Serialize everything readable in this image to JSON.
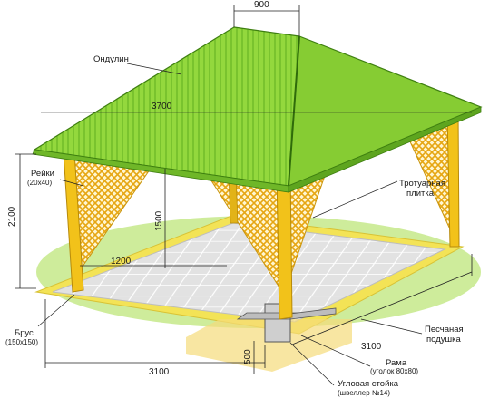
{
  "labels": {
    "roof": "Ондулин",
    "battens": "Рейки",
    "battens_size": "(20х40)",
    "paving": "Тротуарная",
    "paving_2": "плитка",
    "beam": "Брус",
    "beam_size": "(150х150)",
    "sand": "Песчаная",
    "sand_2": "подушка",
    "frame": "Рама",
    "frame_size": "(уголок 80х80)",
    "corner_post": "Угловая стойка",
    "corner_post_size": "(швеллер №14)"
  },
  "dimensions": {
    "top": "900",
    "span": "3700",
    "height_total": "2100",
    "height_inner": "1500",
    "floor_half": "1200",
    "width_front": "3100",
    "depth_side": "3100",
    "footing": "500"
  },
  "colors": {
    "roof": "#8fd63a",
    "roof_line": "#3e7f10",
    "wood": "#f2c21a",
    "wood_dark": "#c9940c",
    "lattice": "#f0b818",
    "tile": "#d6d6d6",
    "grass": "#b8e07a",
    "sand": "#f7e35a"
  }
}
